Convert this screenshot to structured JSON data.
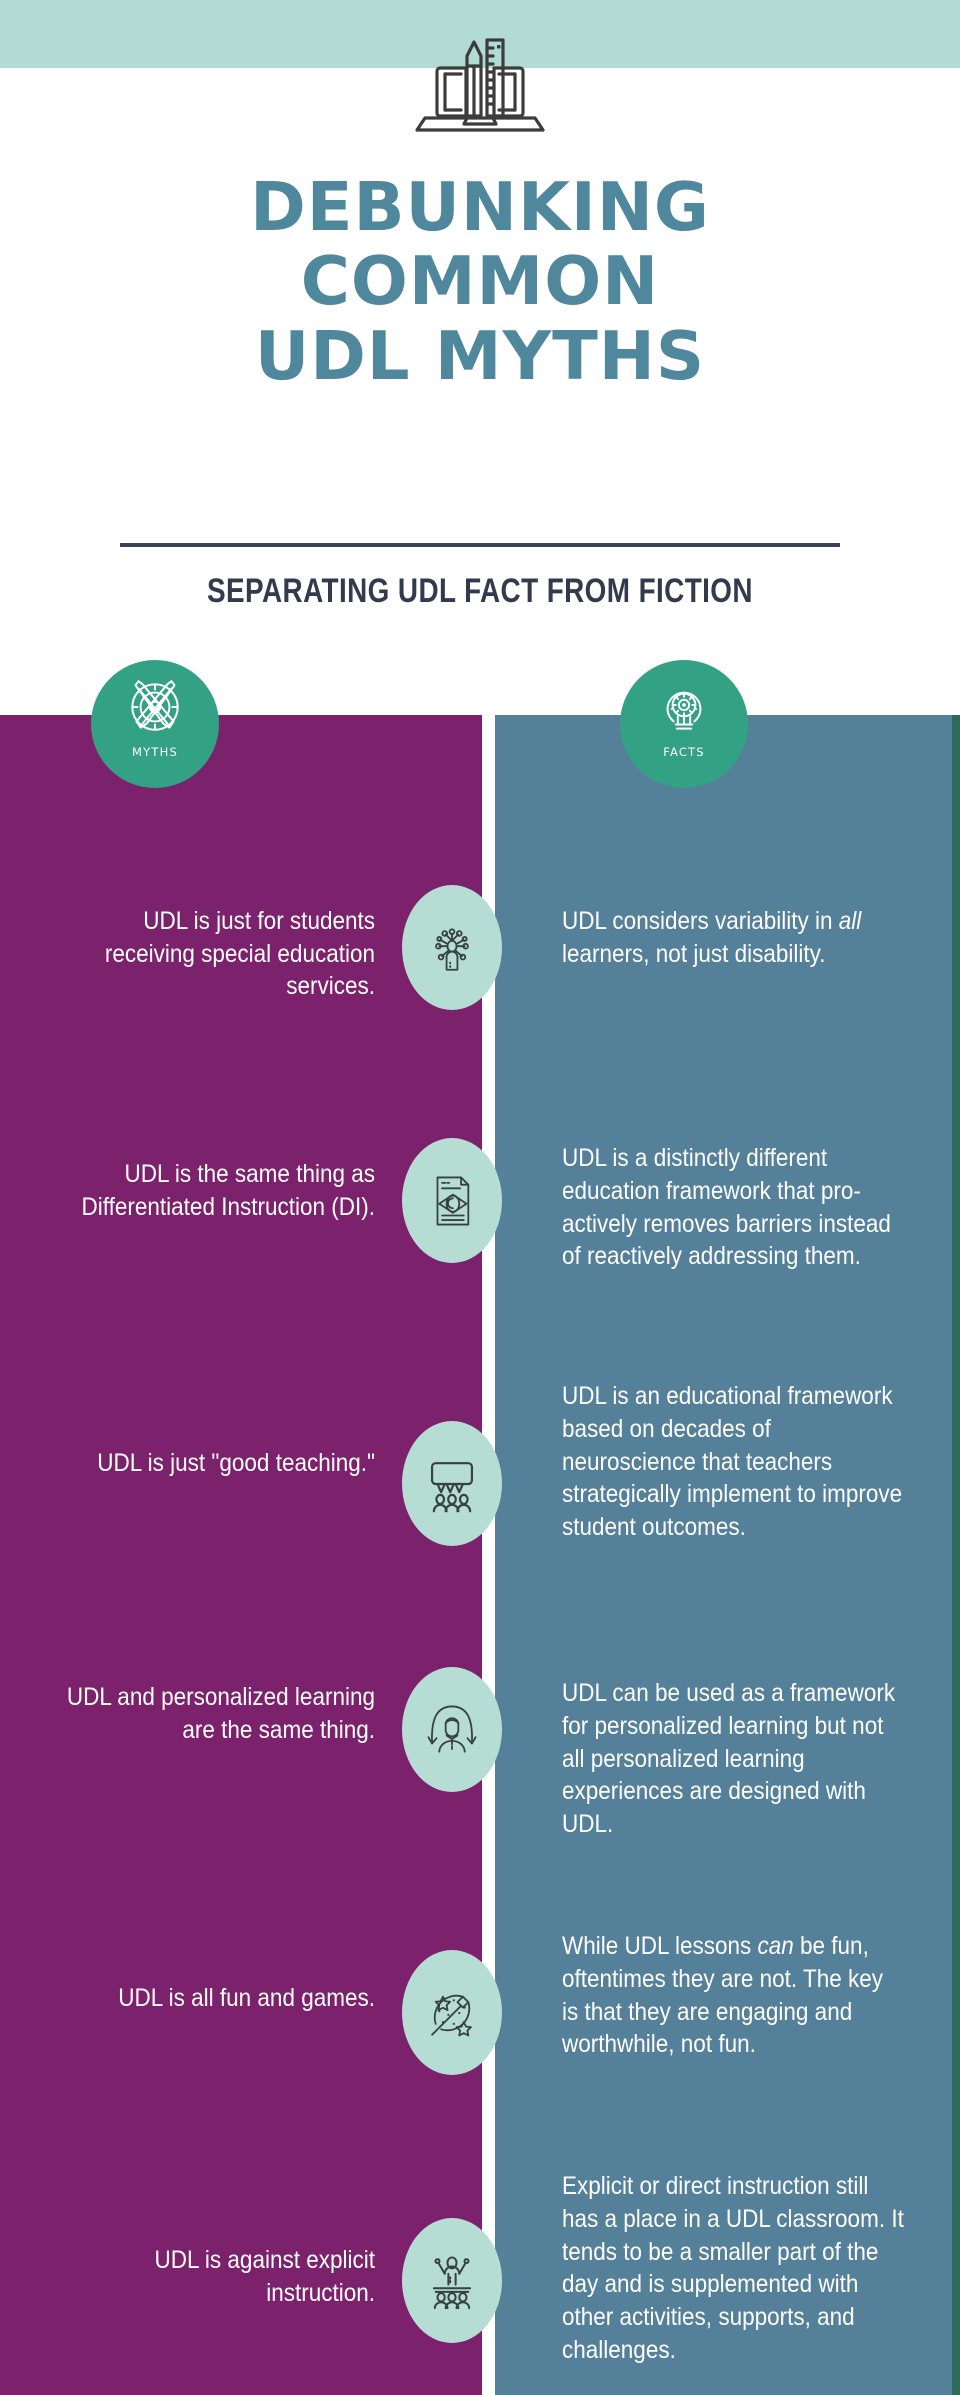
{
  "theme": {
    "mint_band": "#b2dbd5",
    "title_blue": "#4f879c",
    "subtitle_navy": "#343a4e",
    "myths_purple": "#7c216c",
    "facts_teal": "#548099",
    "badge_green": "#33a183",
    "icon_circle_mint": "#b6ddd4",
    "text_white": "#ffffff",
    "edge_stripe_green": "#2f6a5a"
  },
  "header": {
    "icon": "books-pencil-ruler-icon",
    "title_lines": [
      "DEBUNKING",
      "COMMON",
      "UDL MYTHS"
    ],
    "subtitle": "SEPARATING UDL FACT FROM FICTION"
  },
  "columns": {
    "myths": {
      "label": "MYTHS",
      "icon": "crossed-swords-shield-icon"
    },
    "facts": {
      "label": "FACTS",
      "icon": "lightbulb-gear-icon"
    }
  },
  "rows": [
    {
      "icon": "brain-network-person-icon",
      "myth": "UDL is just for students receiving special education services.",
      "fact_html": "UDL considers variability in <em>all</em> learners, not just disability."
    },
    {
      "icon": "document-eye-icon",
      "myth": "UDL is the same thing as Differentiated Instruction (DI).",
      "fact_html": "UDL is a distinctly different education framework that pro-actively removes barriers instead of reactively addressing them."
    },
    {
      "icon": "whiteboard-students-icon",
      "myth": "UDL is just \"good teaching.\"",
      "fact_html": "UDL is an educational framework based on decades of neuroscience that teachers strategically implement to improve student outcomes."
    },
    {
      "icon": "person-refresh-cycle-icon",
      "myth": "UDL and personalized learning are the same thing.",
      "fact_html": "UDL can be used as a framework for personalized learning but not all personalized learning experiences are designed with UDL."
    },
    {
      "icon": "magic-wand-stars-icon",
      "myth": "UDL is all fun and games.",
      "fact_html": "While UDL lessons <em>can</em> be fun, oftentimes they are not. The key is that they are engaging and worthwhile, not fun."
    },
    {
      "icon": "teacher-students-icon",
      "myth": "UDL is against explicit instruction.",
      "fact_html": "Explicit or direct instruction still has a place in a UDL classroom. It tends to be a smaller part of the day and is supplemented with other activities, supports, and challenges."
    }
  ]
}
